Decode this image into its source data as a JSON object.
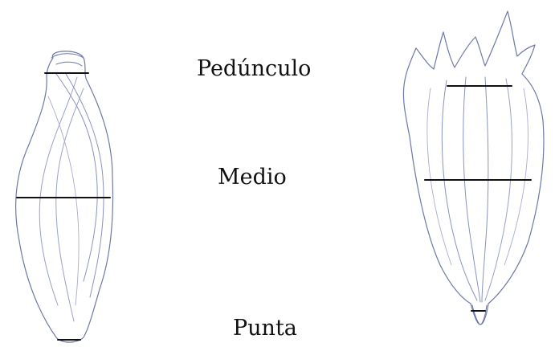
{
  "labels": {
    "peduncle": "Pedúnculo",
    "middle": "Medio",
    "tip": "Punta"
  },
  "colors": {
    "sketch_stroke": "#6f78a8",
    "measure_line": "#111111",
    "background": "#ffffff",
    "text": "#111111"
  }
}
